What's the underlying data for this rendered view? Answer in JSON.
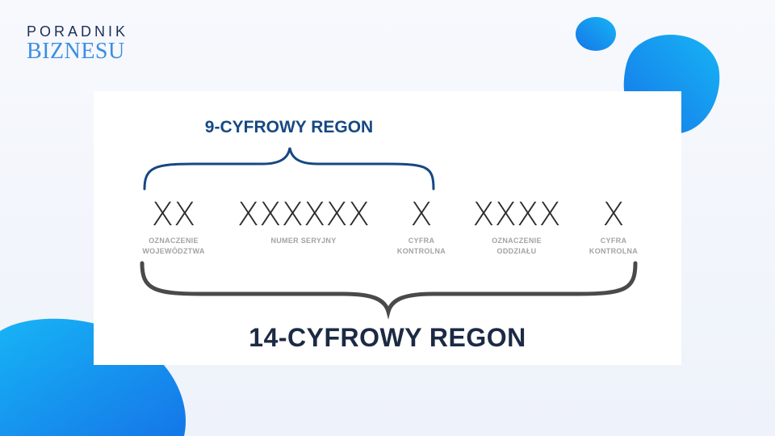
{
  "logo": {
    "line1": "PORADNIK",
    "line2": "BIZNESU"
  },
  "diagram": {
    "top_label": "9-CYFROWY REGON",
    "bottom_label": "14-CYFROWY REGON",
    "segments": [
      {
        "code": "XX",
        "caption_line1": "OZNACZENIE",
        "caption_line2": "WOJEWÓDZTWA"
      },
      {
        "code": "XXXXXX",
        "caption_line1": "NUMER SERYJNY",
        "caption_line2": ""
      },
      {
        "code": "X",
        "caption_line1": "CYFRA",
        "caption_line2": "KONTROLNA"
      },
      {
        "code": "XXXX",
        "caption_line1": "OZNACZENIE",
        "caption_line2": "ODDZIAŁU"
      },
      {
        "code": "X",
        "caption_line1": "CYFRA",
        "caption_line2": "KONTROLNA"
      }
    ]
  },
  "colors": {
    "top_brace": "#164883",
    "bottom_brace": "#4a4a4a",
    "blob_gradient": [
      "#1576e8",
      "#17b4f5"
    ]
  }
}
